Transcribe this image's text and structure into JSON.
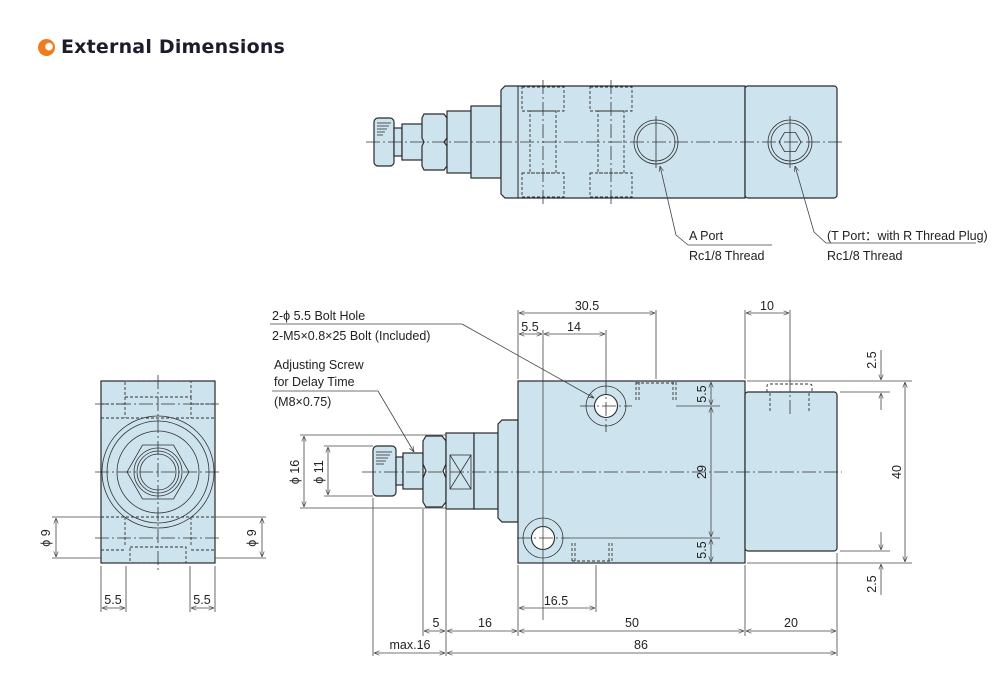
{
  "header": {
    "title": "External Dimensions",
    "bullet_color": "#f07a1e"
  },
  "colors": {
    "body_fill": "#cde3ee",
    "line": "#2a2a2a"
  },
  "top_view": {
    "callouts": {
      "a_port_name": "A Port",
      "a_port_thread": "Rc1/8 Thread",
      "t_port_name": "(T Port：with R Thread Plug)",
      "t_port_thread": "Rc1/8 Thread"
    }
  },
  "front_view": {
    "callouts": {
      "bolt_hole": "2-ϕ 5.5 Bolt Hole",
      "bolt": "2-M5×0.8×25 Bolt (Included)",
      "adjust_line1": "Adjusting Screw",
      "adjust_line2": "for Delay Time",
      "adjust_spec": "(M8×0.75)"
    },
    "dimensions": {
      "d_30_5": "30.5",
      "d_5_5_top": "5.5",
      "d_14": "14",
      "d_10": "10",
      "d_2_5_top": "2.5",
      "d_2_5_bottom": "2.5",
      "d_40": "40",
      "d_5_5_upper": "5.5",
      "d_29": "29",
      "d_5_5_lower": "5.5",
      "d_phi16": "ϕ 16",
      "d_phi11": "ϕ 11",
      "d_16_5": "16.5",
      "d_5": "5",
      "d_16": "16",
      "d_50": "50",
      "d_20": "20",
      "d_max16": "max.16",
      "d_86": "86"
    }
  },
  "side_view": {
    "dimensions": {
      "d_phi9_left": "ϕ 9",
      "d_phi9_right": "ϕ 9",
      "d_5_5_left": "5.5",
      "d_5_5_right": "5.5"
    }
  }
}
